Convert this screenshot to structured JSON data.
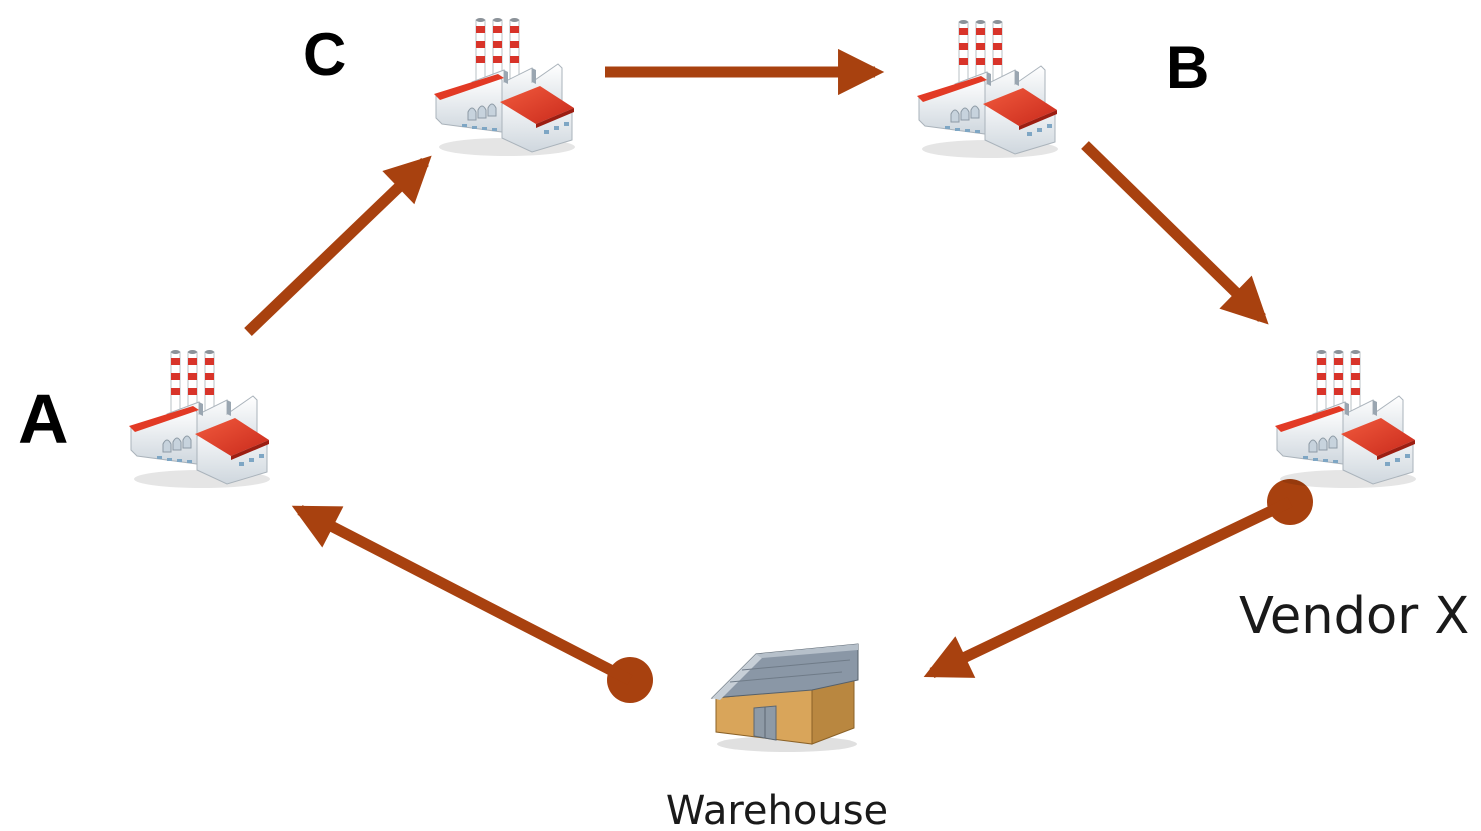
{
  "nodes": {
    "a": {
      "label": "A",
      "icon": "factory-icon"
    },
    "c": {
      "label": "C",
      "icon": "factory-icon"
    },
    "b": {
      "label": "B",
      "icon": "factory-icon"
    },
    "vendor_x": {
      "label": "Vendor X",
      "icon": "factory-icon"
    },
    "warehouse": {
      "label": "Warehouse",
      "icon": "warehouse-icon"
    }
  },
  "edges": [
    {
      "from": "A",
      "to": "C",
      "style": "arrow"
    },
    {
      "from": "C",
      "to": "B",
      "style": "arrow"
    },
    {
      "from": "B",
      "to": "Vendor X",
      "style": "arrow"
    },
    {
      "from": "Vendor X",
      "to": "Warehouse",
      "style": "dot-to-arrow"
    },
    {
      "from": "Warehouse",
      "to": "A",
      "style": "dot-to-arrow"
    }
  ],
  "colors": {
    "arrow": "#A8410F",
    "roof_red": "#E23A25",
    "stack_red": "#D8342A",
    "building": "#EEF2F5",
    "warehouse_wall": "#D9A55A",
    "warehouse_roof": "#7D8A99"
  }
}
